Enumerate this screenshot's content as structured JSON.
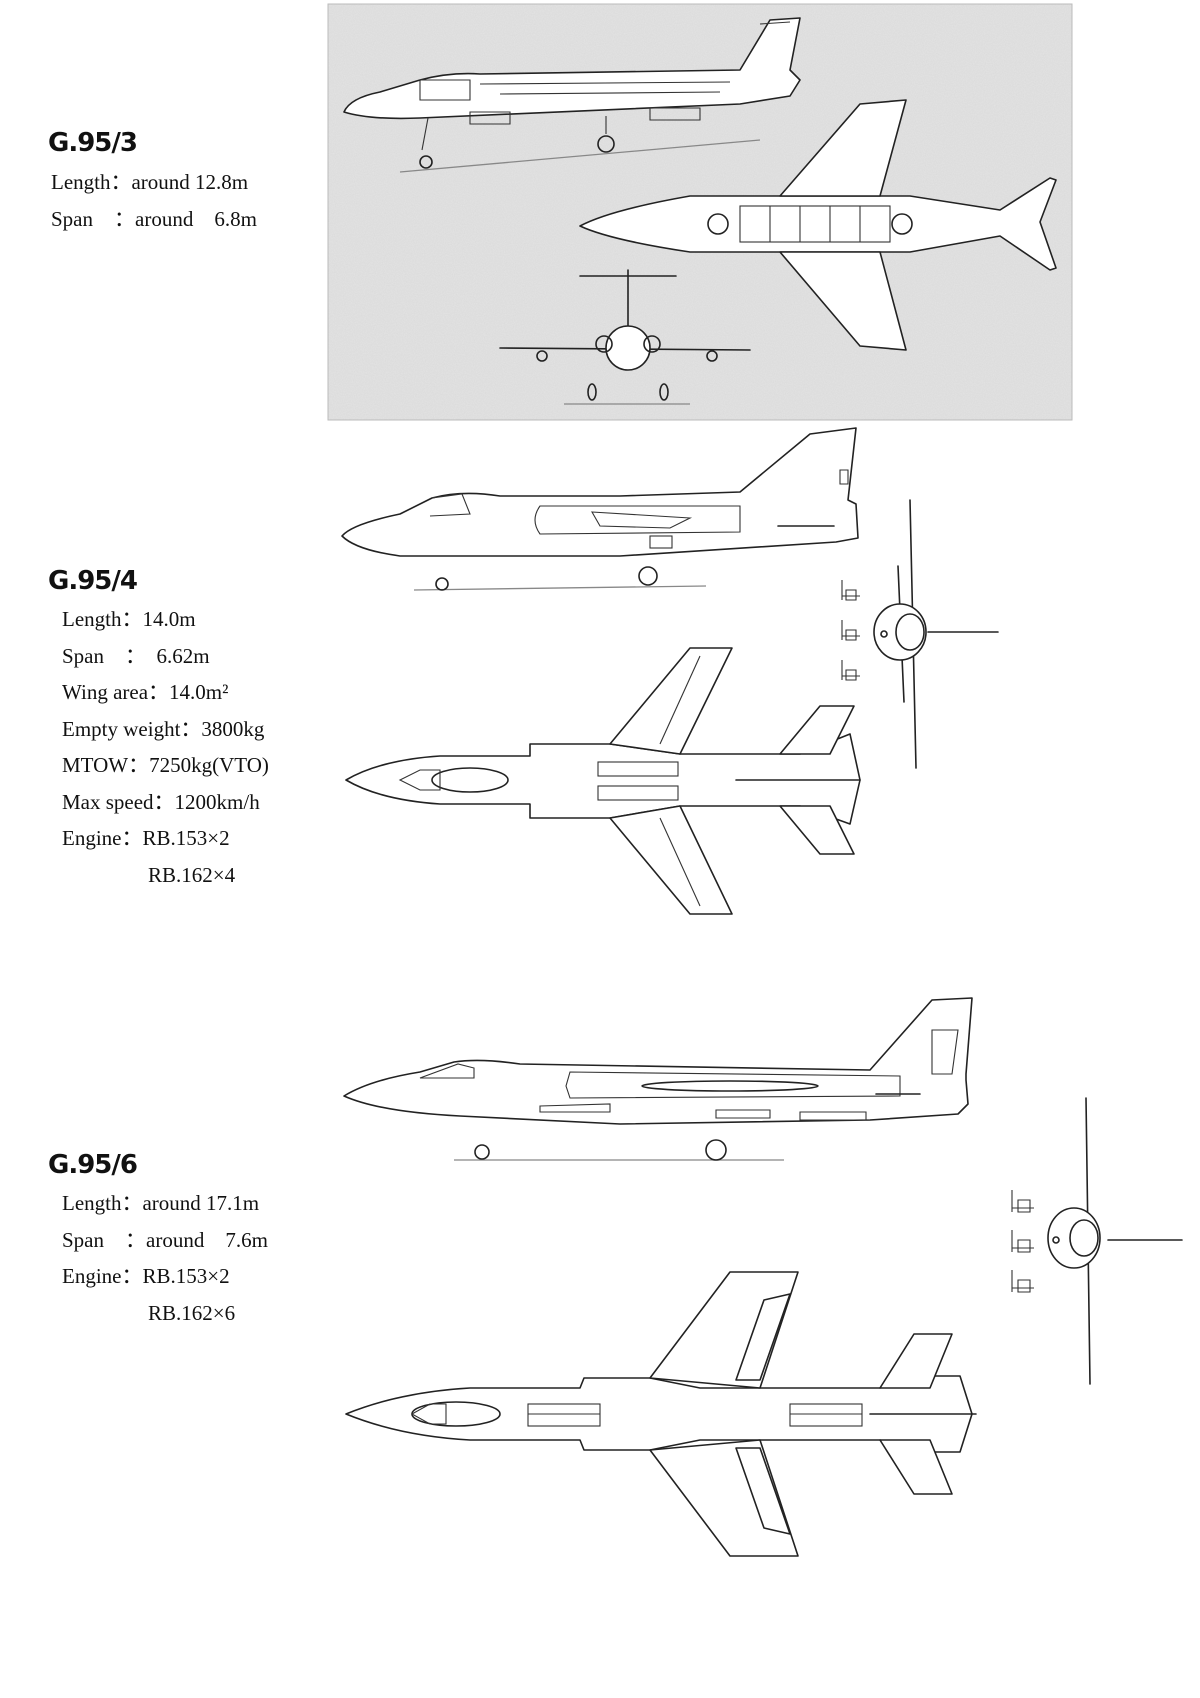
{
  "variants": [
    {
      "name": "G.95/3",
      "specs": [
        "Length：around 12.8m",
        "Span　：around　6.8m"
      ]
    },
    {
      "name": "G.95/4",
      "specs": [
        "Length：14.0m",
        "Span　：　6.62m",
        "Wing area：14.0m²",
        "Empty weight：3800kg",
        "MTOW：7250kg(VTO)",
        "Max speed：1200km/h",
        "Engine：RB.153×2"
      ],
      "specs_continued": [
        "RB.162×4"
      ]
    },
    {
      "name": "G.95/6",
      "specs": [
        "Length：around 17.1m",
        "Span　：around　7.6m",
        "Engine：RB.153×2"
      ],
      "specs_continued": [
        "RB.162×6"
      ]
    }
  ]
}
